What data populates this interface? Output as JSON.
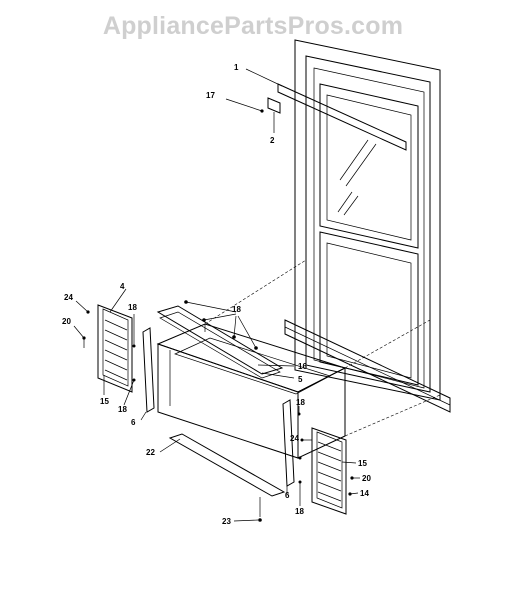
{
  "watermark": "AppliancePartsPros.com",
  "part_labels": {
    "p1": "1",
    "p17": "17",
    "p2": "2",
    "p4": "4",
    "p24a": "24",
    "p18a": "18",
    "p20a": "20",
    "p18b": "18",
    "p16": "16",
    "p5": "5",
    "p15a": "15",
    "p18c": "18",
    "p6a": "6",
    "p18d": "18",
    "p24b": "24",
    "p15b": "15",
    "p20b": "20",
    "p14": "14",
    "p22": "22",
    "p6b": "6",
    "p18e": "18",
    "p23": "23"
  }
}
